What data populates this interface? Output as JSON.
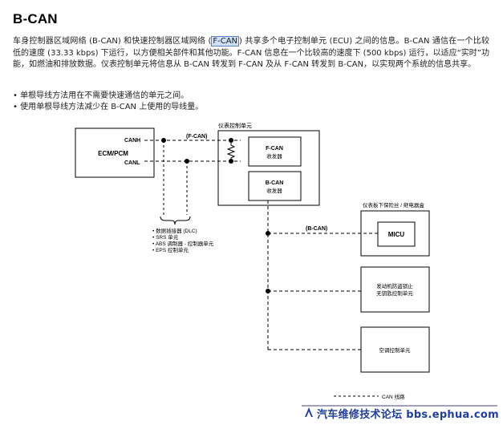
{
  "doc": {
    "title": "B-CAN",
    "para_before": "车身控制器区域网络 (B-CAN) 和快速控制器区域网络 (",
    "para_highlight": "F-CAN",
    "para_after": ") 共享多个电子控制单元 (ECU) 之间的信息。B-CAN 通信在一个比较低的速度 (33.33 kbps) 下运行，以方便相关部件和其他功能。F-CAN 信息在一个比较高的速度下 (500 kbps) 运行，以适应“实时”功能，如燃油和排放数据。仪表控制单元将信息从 B-CAN 转发到 F-CAN 及从 F-CAN 转发到 B-CAN，以实现两个系统的信息共享。",
    "bullets": [
      "单根导线方法用在不需要快速通信的单元之间。",
      "使用单根导线方法减少在 B-CAN 上使用的导线量。"
    ]
  },
  "diagram": {
    "ecm_label": "ECM/PCM",
    "canh_label": "CANH",
    "canl_label": "CANL",
    "fcan_line_label": "(F-CAN)",
    "gauge_unit_title": "仪表控制单元",
    "fcan_box_title": "F-CAN",
    "fcan_box_sub": "收发器",
    "bcan_box_title": "B-CAN",
    "bcan_box_sub": "收发器",
    "fuse_box_title": "仪表板下保险丝 / 继电器盒",
    "micu_label": "MICU",
    "bcan_line_label": "(B-CAN)",
    "immobilizer_line1": "发动机防盗锁止",
    "immobilizer_line2": "无钥匙控制单元",
    "climate_label": "空调控制单元",
    "dlc_items": [
      "• 数据插接器 (DLC)",
      "• SRS 单元",
      "• ABS 调制器 - 控制器单元",
      "• EPS 控制单元"
    ],
    "legend_label": "CAN 线路"
  },
  "footer": {
    "watermark": "汽车维修技术论坛 bbs.ephua.com"
  }
}
